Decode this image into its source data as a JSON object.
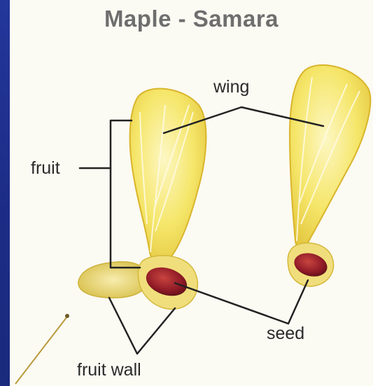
{
  "diagram": {
    "title": "Maple - Samara",
    "labels": {
      "wing": "wing",
      "fruit": "fruit",
      "seed": "seed",
      "fruit_wall": "fruit wall"
    },
    "colors": {
      "slide_background": "#1d2f8c",
      "panel": "#fbfaf3",
      "wing_fill": "#f3e35a",
      "wing_edge": "#d9b52a",
      "seed_fill": "#9a1f2b",
      "title_text": "#6e6e6e",
      "label_text": "#2a2a2a",
      "leader_line": "#222222"
    }
  }
}
